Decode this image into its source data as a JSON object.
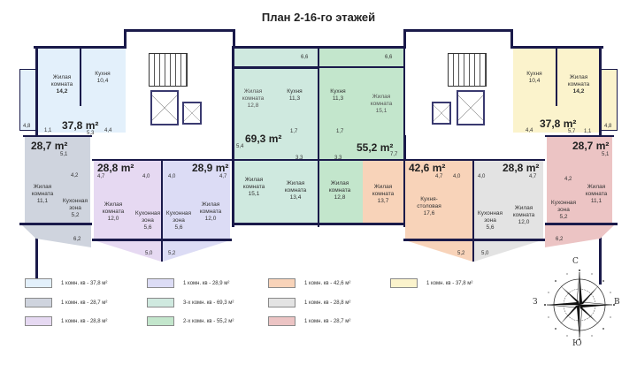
{
  "title": "План 2-16-го этажей",
  "colors": {
    "wall": "#1a1a4a",
    "apt_37_8_left": "#e3f0fb",
    "apt_28_7_left": "#cfd4de",
    "apt_28_8_left": "#e6d9f2",
    "apt_28_9": "#dcdcf5",
    "apt_69_3": "#cfe9df",
    "apt_55_2": "#c3e6cc",
    "apt_42_6": "#f8d3b9",
    "apt_28_8_right": "#e3e3e3",
    "apt_28_7_right": "#ecc4c4",
    "apt_37_8_right": "#fbf3cc"
  },
  "apartments": {
    "a37_8_left": {
      "area": "37,8 m²",
      "rooms": [
        {
          "name": "Жилая\nкомната",
          "value": "14,2"
        },
        {
          "name": "Кухня",
          "value": "10,4"
        }
      ],
      "small": [
        "4,8",
        "1,1",
        "5,3",
        "4,4"
      ]
    },
    "a28_7_left": {
      "area": "28,7 m²",
      "rooms": [
        {
          "name": "Жилая\nкомната",
          "value": "11,1"
        },
        {
          "name": "Кухонная\nзона",
          "value": "5,2"
        }
      ],
      "small": [
        "5,1",
        "4,2",
        "6,2"
      ]
    },
    "a28_8_left": {
      "area": "28,8 m²",
      "rooms": [
        {
          "name": "Жилая\nкомната",
          "value": "12,0"
        },
        {
          "name": "Кухонная\nзона",
          "value": "5,6"
        }
      ],
      "small": [
        "4,7",
        "4,0",
        "5,0"
      ]
    },
    "a28_9": {
      "area": "28,9 m²",
      "rooms": [
        {
          "name": "Кухонная\nзона",
          "value": "5,6"
        },
        {
          "name": "Жилая\nкомната",
          "value": "12,0"
        }
      ],
      "small": [
        "4,0",
        "4,7",
        "5,2"
      ]
    },
    "a69_3": {
      "area": "69,3 m²",
      "rooms": [
        {
          "name": "Жилая\nкомната",
          "value": "12,8"
        },
        {
          "name": "Кухня",
          "value": "11,3"
        },
        {
          "name": "Жилая\nкомната",
          "value": "15,1"
        },
        {
          "name": "Жилая\nкомната",
          "value": "13,4"
        }
      ],
      "small": [
        "6,6",
        "1,7",
        "5,4",
        "3,3"
      ]
    },
    "a55_2": {
      "area": "55,2 m²",
      "rooms": [
        {
          "name": "Кухня",
          "value": "11,3"
        },
        {
          "name": "Жилая\nкомната",
          "value": "15,1"
        },
        {
          "name": "Жилая\nкомната",
          "value": "12,8"
        }
      ],
      "small": [
        "6,6",
        "1,7",
        "3,3",
        "7,7"
      ]
    },
    "a42_6": {
      "area": "42,6 m²",
      "rooms": [
        {
          "name": "Жилая\nкомната",
          "value": "13,7"
        },
        {
          "name": "Кухня-\nстоловая",
          "value": "17,6"
        }
      ],
      "small": [
        "4,7",
        "4,0",
        "5,2"
      ]
    },
    "a28_8_right": {
      "area": "28,8 m²",
      "rooms": [
        {
          "name": "Кухонная\nзона",
          "value": "5,6"
        },
        {
          "name": "Жилая\nкомната",
          "value": "12,0"
        }
      ],
      "small": [
        "4,0",
        "4,7",
        "5,0"
      ]
    },
    "a28_7_right": {
      "area": "28,7 m²",
      "rooms": [
        {
          "name": "Кухонная\nзона",
          "value": "5,2"
        },
        {
          "name": "Жилая\nкомната",
          "value": "11,1"
        }
      ],
      "small": [
        "5,1",
        "4,2",
        "6,2"
      ]
    },
    "a37_8_right": {
      "area": "37,8 m²",
      "rooms": [
        {
          "name": "Кухня",
          "value": "10,4"
        },
        {
          "name": "Жилая\nкомната",
          "value": "14,2"
        }
      ],
      "small": [
        "4,4",
        "5,7",
        "1,1",
        "4,8"
      ]
    }
  },
  "legend": [
    {
      "label": "1 комн. кв - 37,8 м²",
      "color": "#e3f0fb"
    },
    {
      "label": "1 комн. кв - 28,7 м²",
      "color": "#cfd4de"
    },
    {
      "label": "1 комн. кв - 28,8 м²",
      "color": "#e6d9f2"
    },
    {
      "label": "1 комн. кв - 28,9 м²",
      "color": "#dcdcf5"
    },
    {
      "label": "3-х комн. кв - 69,3 м²",
      "color": "#cfe9df"
    },
    {
      "label": "2-х комн. кв - 55,2 м²",
      "color": "#c3e6cc"
    },
    {
      "label": "1 комн. кв - 42,6 м²",
      "color": "#f8d3b9"
    },
    {
      "label": "1 комн. кв - 28,8 м²",
      "color": "#e3e3e3"
    },
    {
      "label": "1 комн. кв - 28,7 м²",
      "color": "#ecc4c4"
    },
    {
      "label": "1 комн. кв - 37,8 м²",
      "color": "#fbf3cc"
    }
  ],
  "compass": {
    "north": "С",
    "south": "Ю",
    "west": "З",
    "east": "В"
  }
}
